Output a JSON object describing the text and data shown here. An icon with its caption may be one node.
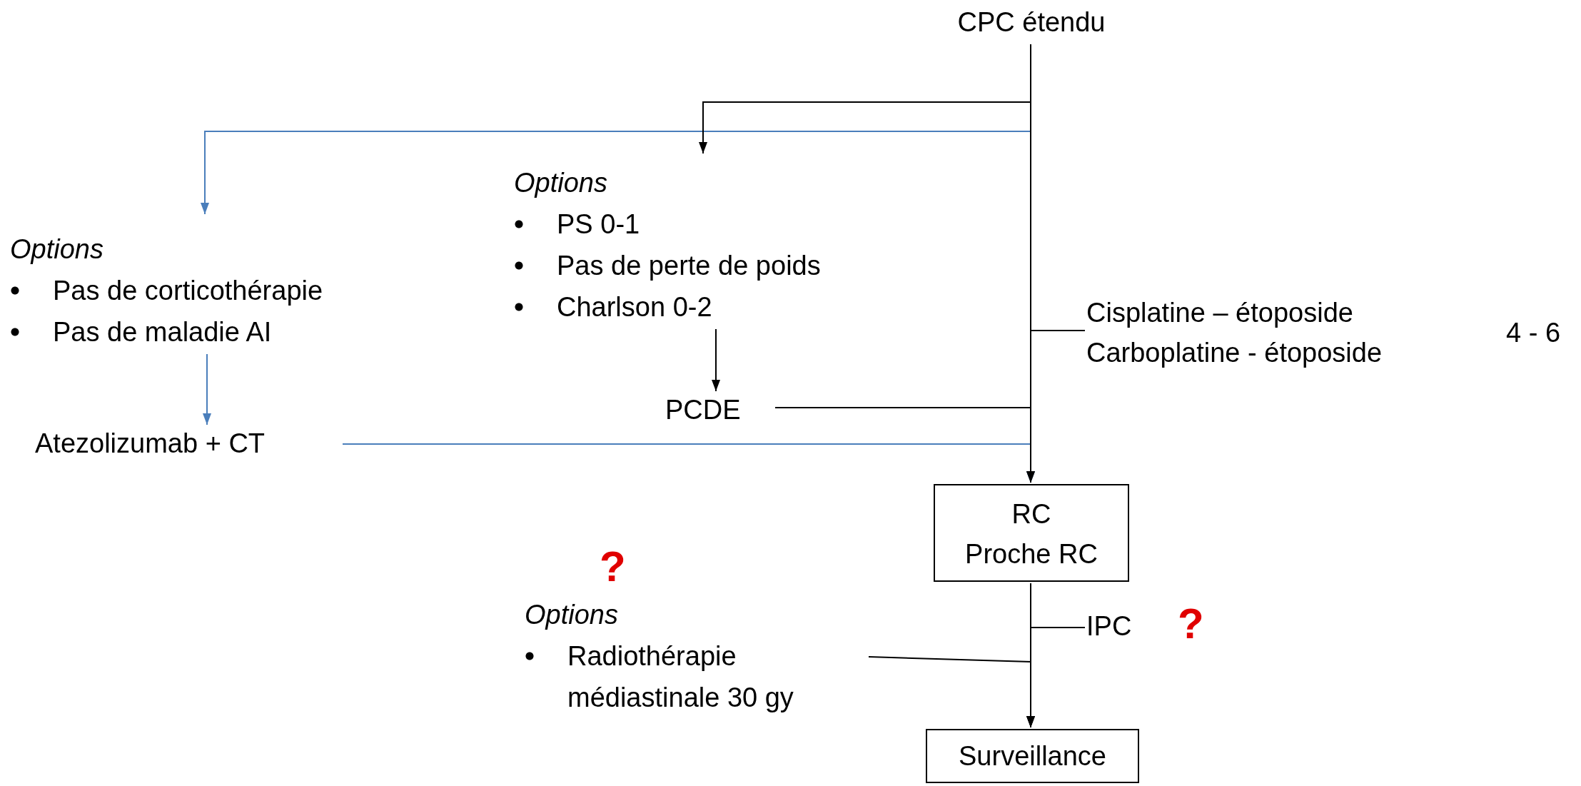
{
  "diagram": {
    "nodes": [
      {
        "text": [
          "CPC étendu"
        ]
      },
      {
        "text": [
          "Options",
          "Pas de corticothérapie",
          "Pas de maladie AI"
        ]
      },
      {
        "text": [
          "Atezolizumab + CT"
        ]
      },
      {
        "text": [
          "Options",
          "PS 0-1",
          "Pas de perte de poids",
          "Charlson 0-2"
        ]
      },
      {
        "text": [
          "PCDE"
        ]
      },
      {
        "text": [
          "Cisplatine – étoposide",
          "Carboplatine - étoposide"
        ]
      },
      {
        "text": [
          "RC",
          "Proche RC"
        ]
      },
      {
        "text": [
          "IPC"
        ],
        "beside": [
          "?"
        ]
      },
      {
        "text": [
          "Options",
          "Radiothérapie médiastinale 30 gy"
        ],
        "beside": [
          "?"
        ]
      },
      {
        "text": [
          "Surveillance"
        ]
      }
    ],
    "edges": [
      {
        "from": 0,
        "to": 1,
        "arrow": "to",
        "color": "#4a7ebb"
      },
      {
        "from": 0,
        "to": 3,
        "arrow": "to"
      },
      {
        "from": 1,
        "to": 2,
        "arrow": "to",
        "color": "#4a7ebb"
      },
      {
        "from": 3,
        "to": 4,
        "arrow": "to"
      },
      {
        "from": 0,
        "to": 6,
        "arrow": "to"
      },
      {
        "from": 4,
        "to": 6,
        "arrow": "to"
      },
      {
        "from": 2,
        "to": 6,
        "arrow": "to",
        "color": "#4a7ebb"
      },
      {
        "from": 5,
        "to": 6,
        "arrow": "to"
      },
      {
        "from": 6,
        "to": 9,
        "arrow": "to"
      },
      {
        "from": 7,
        "to": 9,
        "arrow": "to"
      },
      {
        "from": 8,
        "to": 9,
        "arrow": "to"
      }
    ],
    "labels": [
      "4 - 6"
    ]
  }
}
